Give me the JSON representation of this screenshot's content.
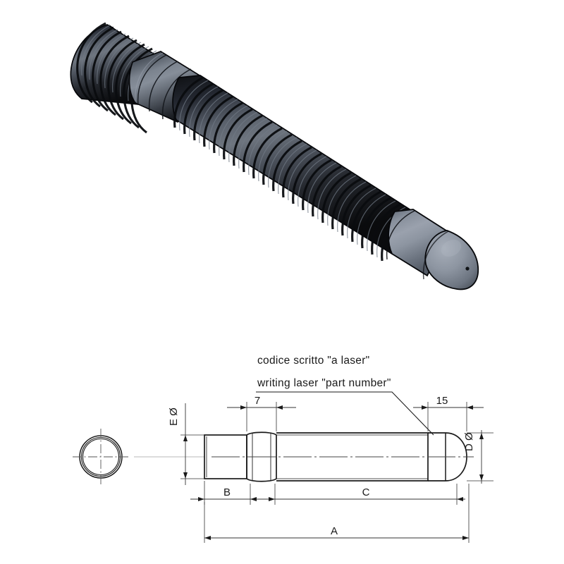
{
  "document": {
    "kind": "engineering-drawing",
    "background_color": "#ffffff",
    "line_color": "#1a1a1a",
    "dimension_color": "#333333"
  },
  "render_3d": {
    "title": "isometric-render",
    "description": "Corrugated ribbed cylindrical shaft with smooth collar band and rounded dome tip",
    "body_color": "#2b2f36",
    "rib_dark_color": "#14161a",
    "rib_light_color": "#5d646f",
    "collar_color": "#6e7682",
    "tip_color": "#8b93a0",
    "tip_shadow_color": "#6a727f",
    "outline_color": "#0a0b0d",
    "tip_mark": "laser-dot"
  },
  "annotations": {
    "line_italian": "codice scritto \"a laser\"",
    "line_english": "writing laser \"part number\""
  },
  "dimensions": {
    "diameter_small": "E Ø",
    "diameter_large": "D Ø",
    "collar_width": "7",
    "tip_length": "15",
    "shaft_b": "B",
    "body_c": "C",
    "overall_a": "A"
  },
  "end_view": {
    "name": "end-section-circle",
    "rings": 3
  },
  "chart_data": {
    "type": "table",
    "title": "Dimension callouts",
    "categories": [
      "E Ø",
      "7",
      "15",
      "D Ø",
      "B",
      "C",
      "A"
    ],
    "values": [
      "",
      "7",
      "15",
      "",
      "",
      "",
      ""
    ]
  }
}
